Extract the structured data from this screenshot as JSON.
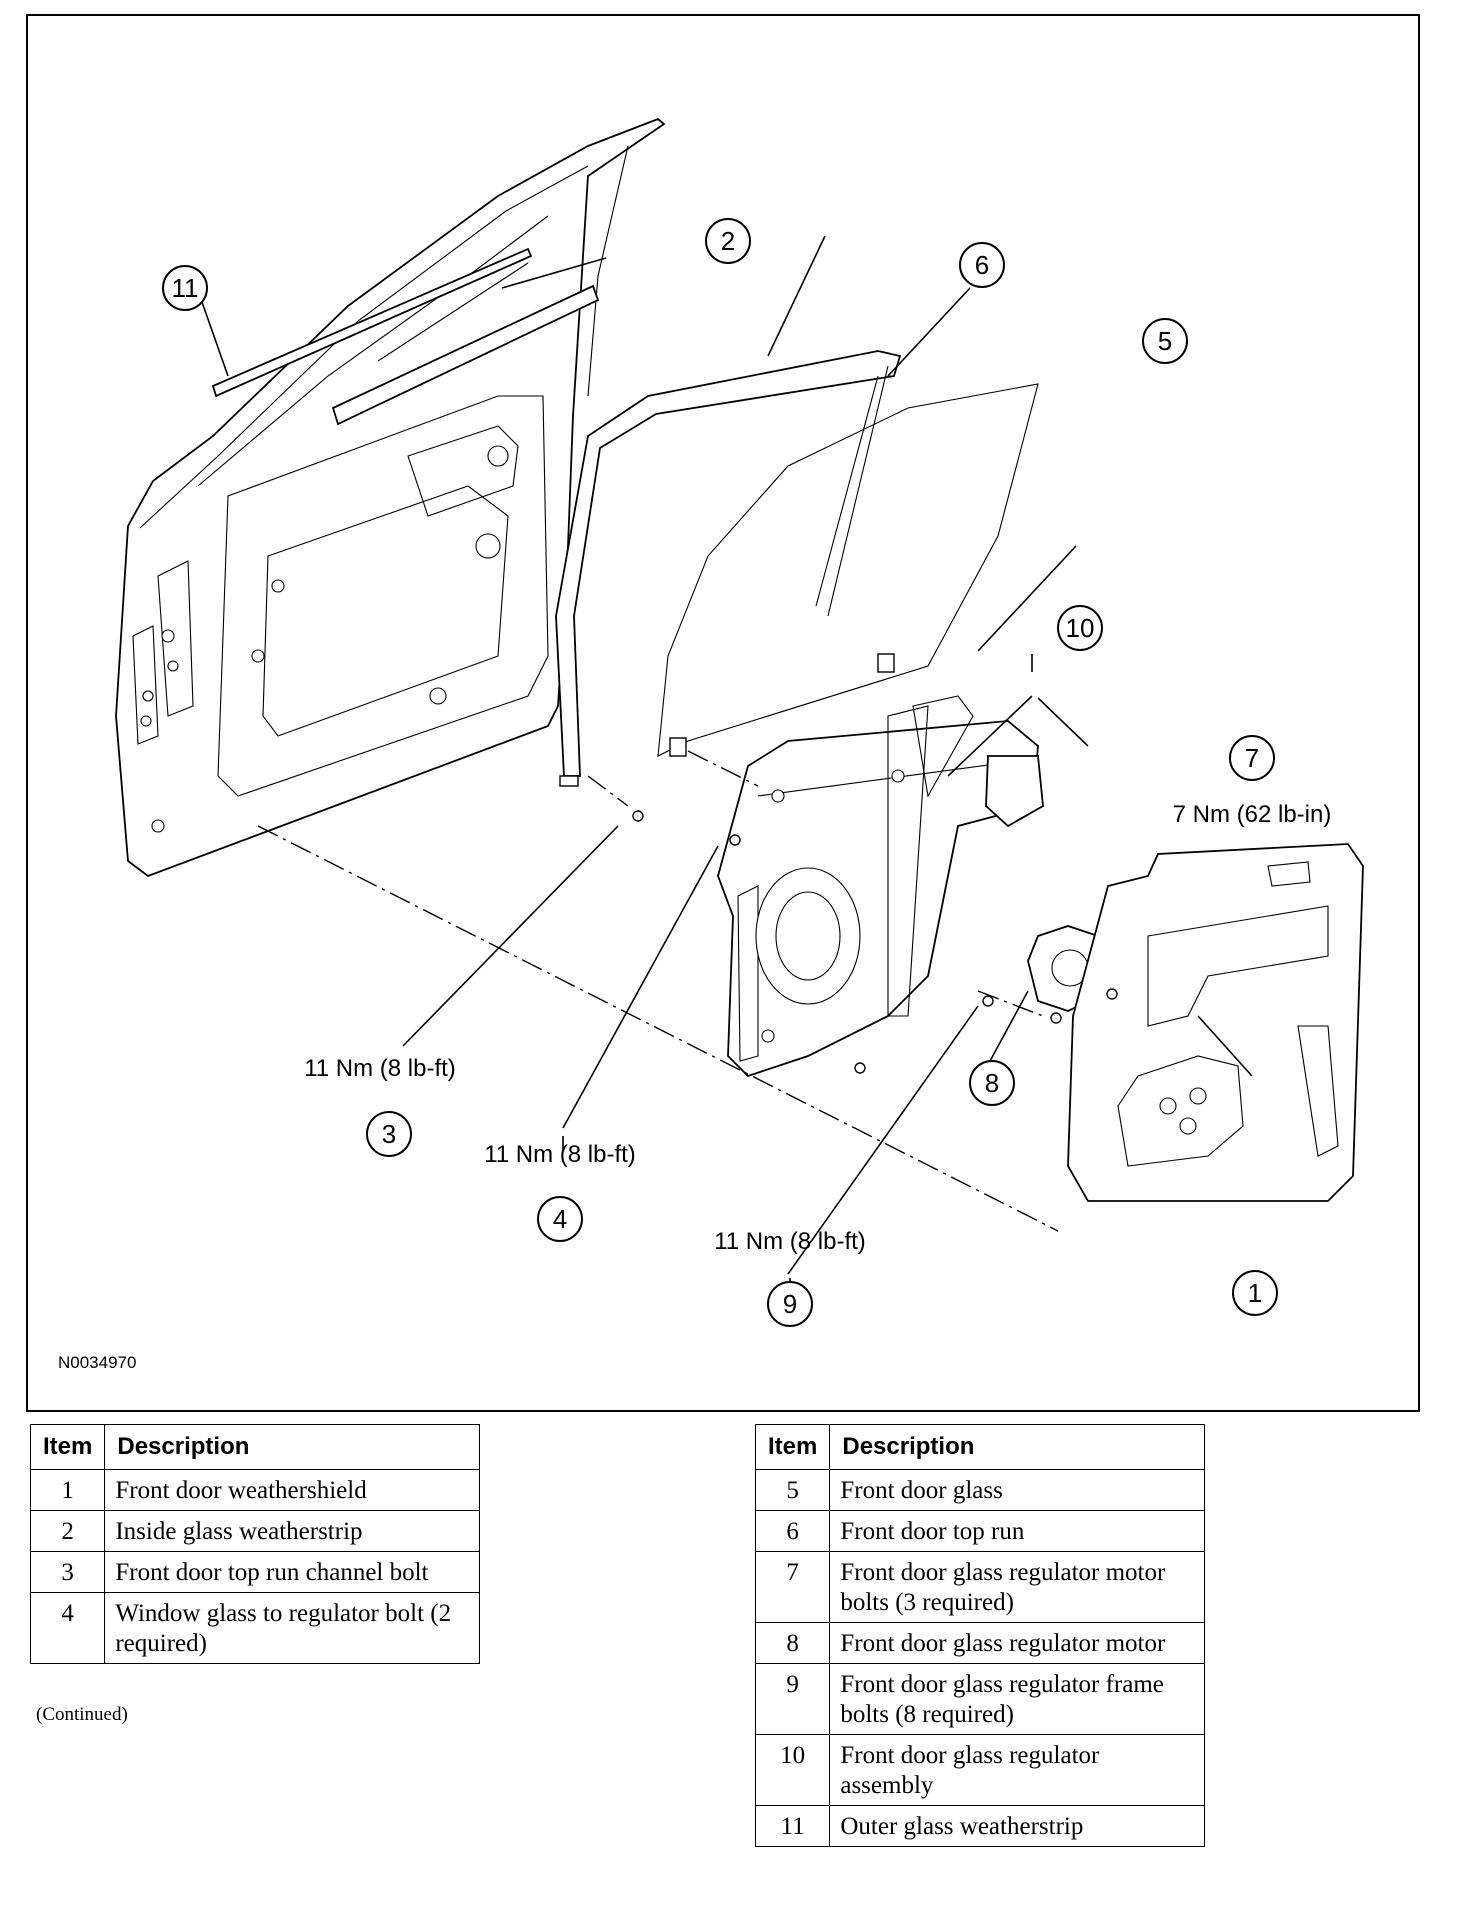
{
  "diagram": {
    "reference_id": "N0034970",
    "callouts": [
      {
        "id": "1"
      },
      {
        "id": "2"
      },
      {
        "id": "3"
      },
      {
        "id": "4"
      },
      {
        "id": "5"
      },
      {
        "id": "6"
      },
      {
        "id": "7"
      },
      {
        "id": "8"
      },
      {
        "id": "9"
      },
      {
        "id": "10"
      },
      {
        "id": "11"
      }
    ],
    "torque_specs": {
      "item3": "11 Nm (8 lb-ft)",
      "item4": "11 Nm (8 lb-ft)",
      "item7": "7 Nm (62 lb-in)",
      "item9": "11 Nm (8 lb-ft)"
    }
  },
  "tables": {
    "header_item": "Item",
    "header_description": "Description",
    "left": [
      {
        "item": "1",
        "description": "Front door weathershield"
      },
      {
        "item": "2",
        "description": "Inside glass weatherstrip"
      },
      {
        "item": "3",
        "description": "Front door top run channel bolt"
      },
      {
        "item": "4",
        "description": "Window glass to regulator bolt (2 required)"
      }
    ],
    "right": [
      {
        "item": "5",
        "description": "Front door glass"
      },
      {
        "item": "6",
        "description": "Front door top run"
      },
      {
        "item": "7",
        "description": "Front door glass regulator motor bolts (3 required)"
      },
      {
        "item": "8",
        "description": "Front door glass regulator motor"
      },
      {
        "item": "9",
        "description": "Front door glass regulator frame bolts (8 required)"
      },
      {
        "item": "10",
        "description": "Front door glass regulator assembly"
      },
      {
        "item": "11",
        "description": "Outer glass weatherstrip"
      }
    ],
    "continued_note": "(Continued)"
  }
}
